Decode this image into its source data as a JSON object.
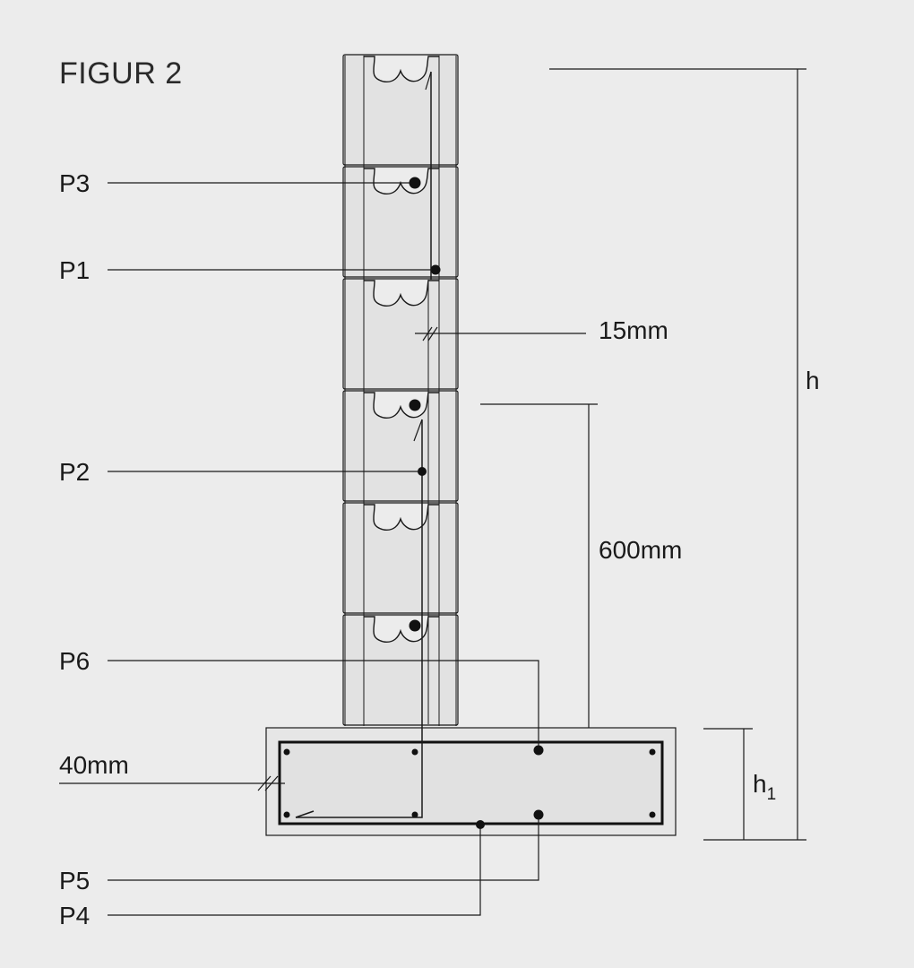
{
  "title": "FIGUR 2",
  "point_labels": {
    "p3": "P3",
    "p1": "P1",
    "p2": "P2",
    "p6": "P6",
    "p5": "P5",
    "p4": "P4"
  },
  "dimensions": {
    "cover_wall": "15mm",
    "height_600": "600mm",
    "cover_foundation": "40mm",
    "height_total": "h",
    "height_foundation_base": "h",
    "height_foundation_sub": "1"
  },
  "colors": {
    "background": "#ececec",
    "block_fill": "#e2e2e2",
    "line": "#1a1a1a"
  }
}
